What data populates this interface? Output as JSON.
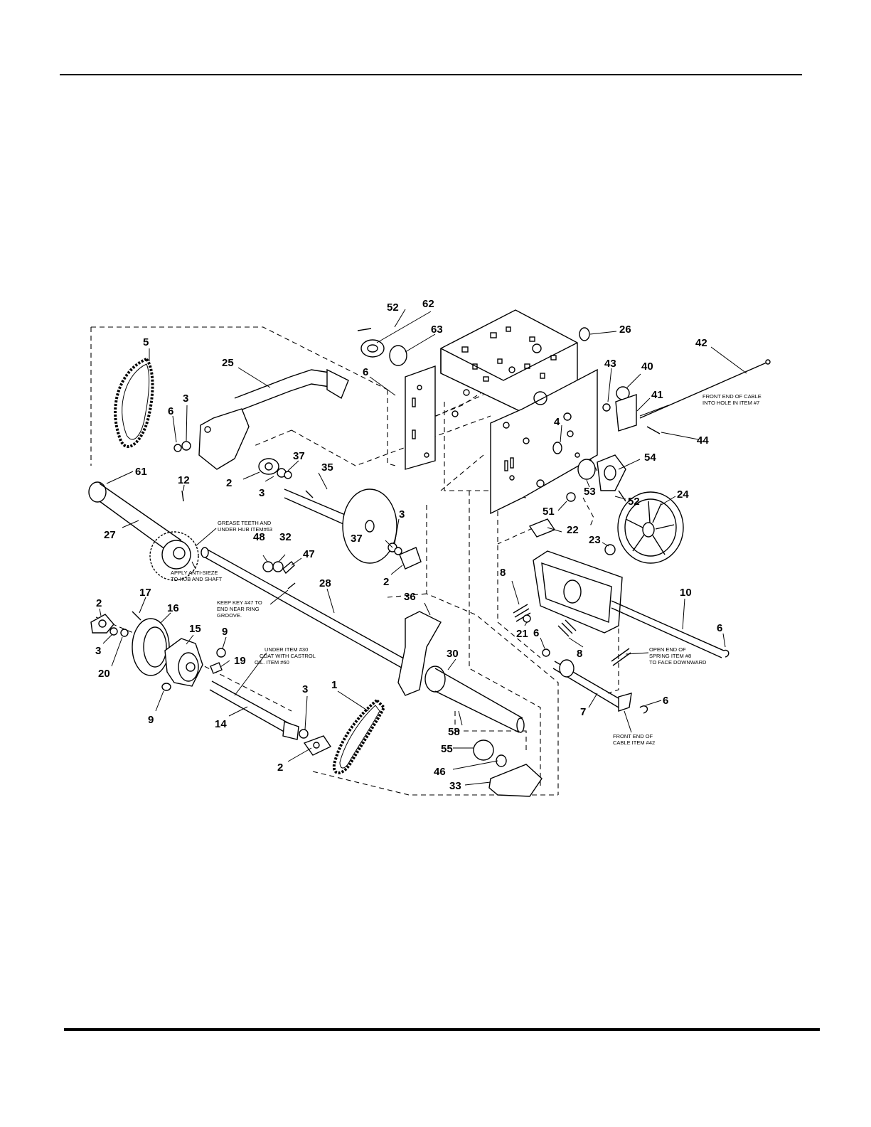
{
  "callouts": {
    "c1": "1",
    "c2a": "2",
    "c2b": "2",
    "c2c": "2",
    "c2d": "2",
    "c3a": "3",
    "c3b": "3",
    "c3c": "3",
    "c3d": "3",
    "c3e": "3",
    "c4": "4",
    "c5": "5",
    "c6a": "6",
    "c6b": "6",
    "c6c": "6",
    "c6d": "6",
    "c6e": "6",
    "c7": "7",
    "c8a": "8",
    "c8b": "8",
    "c9a": "9",
    "c9b": "9",
    "c10": "10",
    "c12": "12",
    "c14": "14",
    "c15": "15",
    "c16": "16",
    "c17": "17",
    "c19": "19",
    "c20": "20",
    "c21": "21",
    "c22": "22",
    "c23": "23",
    "c24": "24",
    "c25": "25",
    "c26": "26",
    "c27": "27",
    "c28": "28",
    "c30": "30",
    "c32": "32",
    "c33": "33",
    "c35": "35",
    "c36": "36",
    "c37a": "37",
    "c37b": "37",
    "c40": "40",
    "c41": "41",
    "c42": "42",
    "c43": "43",
    "c44": "44",
    "c46": "46",
    "c47": "47",
    "c48": "48",
    "c51": "51",
    "c52a": "52",
    "c52b": "52",
    "c53": "53",
    "c54": "54",
    "c55": "55",
    "c58": "58",
    "c61": "61",
    "c62": "62",
    "c63": "63"
  },
  "notes": {
    "cable_hole": [
      "FRONT END OF CABLE",
      "INTO HOLE IN ITEM #7"
    ],
    "grease_teeth": [
      "GREASE TEETH AND",
      "UNDER HUB ITEM#63"
    ],
    "anti_sieze": [
      "APPLY ANTI-SIEZE",
      "TO HUB AND SHAFT"
    ],
    "keep_key": [
      "KEEP KEY #47 TO",
      "END NEAR RING",
      "GROOVE."
    ],
    "under_item": [
      "UNDER ITEM #30",
      "COAT WITH CASTROL",
      "OIL. ITEM #60"
    ],
    "spring_end": [
      "OPEN END OF",
      "SPRING ITEM #8",
      "TO FACE DOWNWARD"
    ],
    "cable_end": [
      "FRONT END OF",
      "CABLE ITEM #42"
    ]
  }
}
